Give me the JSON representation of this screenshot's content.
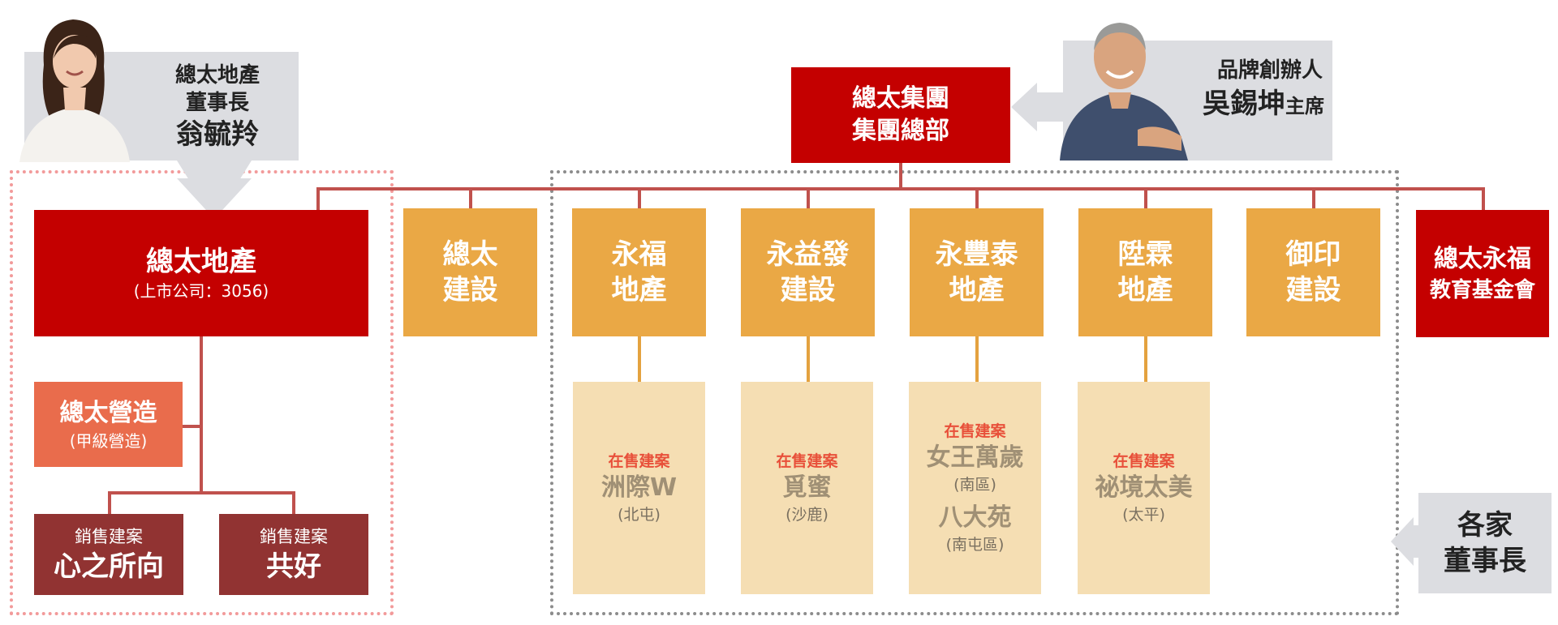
{
  "colors": {
    "red": "#c40000",
    "orange": "#eaa845",
    "light": "#f5deb3",
    "salmon": "#e96c4c",
    "maroon": "#913332",
    "gray_panel": "#dcdde1",
    "connector": "#c0514d",
    "dotted_pink": "#f29a9a",
    "dotted_gray": "#8c8c8c"
  },
  "chairwoman": {
    "line1": "總太地產",
    "line2": "董事長",
    "name": "翁毓羚"
  },
  "founder": {
    "title": "品牌創辦人",
    "name": "吳錫坤",
    "suffix": "主席"
  },
  "hq": {
    "line1": "總太集團",
    "line2": "集團總部"
  },
  "zongtai_realty": {
    "name": "總太地產",
    "sub": "(上市公司：3056)"
  },
  "construction": {
    "name": "總太營造",
    "sub": "(甲級營造)"
  },
  "sales_projects": [
    {
      "label": "銷售建案",
      "name": "心之所向"
    },
    {
      "label": "銷售建案",
      "name": "共好"
    }
  ],
  "companies": [
    {
      "line1": "總太",
      "line2": "建設"
    },
    {
      "line1": "永福",
      "line2": "地產"
    },
    {
      "line1": "永益發",
      "line2": "建設"
    },
    {
      "line1": "永豐泰",
      "line2": "地產"
    },
    {
      "line1": "陞霖",
      "line2": "地產"
    },
    {
      "line1": "御印",
      "line2": "建設"
    }
  ],
  "foundation": {
    "line1": "總太永福",
    "line2": "教育基金會"
  },
  "projects": [
    {
      "label": "在售建案",
      "items": [
        {
          "name": "洲際W",
          "loc": "(北屯)"
        }
      ]
    },
    {
      "label": "在售建案",
      "items": [
        {
          "name": "覓蜜",
          "loc": "(沙鹿)"
        }
      ]
    },
    {
      "label": "在售建案",
      "items": [
        {
          "name": "女王萬歲",
          "loc": "(南區)"
        },
        {
          "name": "八大苑",
          "loc": "(南屯區)"
        }
      ]
    },
    {
      "label": "在售建案",
      "items": [
        {
          "name": "祕境太美",
          "loc": "(太平)"
        }
      ]
    }
  ],
  "chairmen_note": {
    "line1": "各家",
    "line2": "董事長"
  }
}
